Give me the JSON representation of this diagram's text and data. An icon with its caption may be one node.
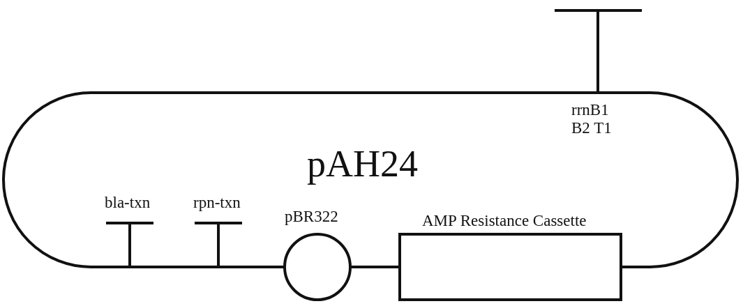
{
  "diagram": {
    "title": "pAH24",
    "nodes": [
      {
        "text": [
          "rrnB1 B2 T1"
        ]
      },
      {
        "text": [
          "bla-txn"
        ]
      },
      {
        "text": [
          "rpn-txn"
        ]
      },
      {
        "text": [
          "pBR322"
        ]
      },
      {
        "text": [
          "AMP Resistance Cassette"
        ]
      }
    ],
    "edges": [
      {
        "from": 4,
        "to": 0,
        "arrow": "none"
      },
      {
        "from": 0,
        "to": 1,
        "arrow": "none"
      },
      {
        "from": 1,
        "to": 2,
        "arrow": "none"
      },
      {
        "from": 2,
        "to": 3,
        "arrow": "none"
      },
      {
        "from": 3,
        "to": 4,
        "arrow": "none"
      }
    ]
  }
}
